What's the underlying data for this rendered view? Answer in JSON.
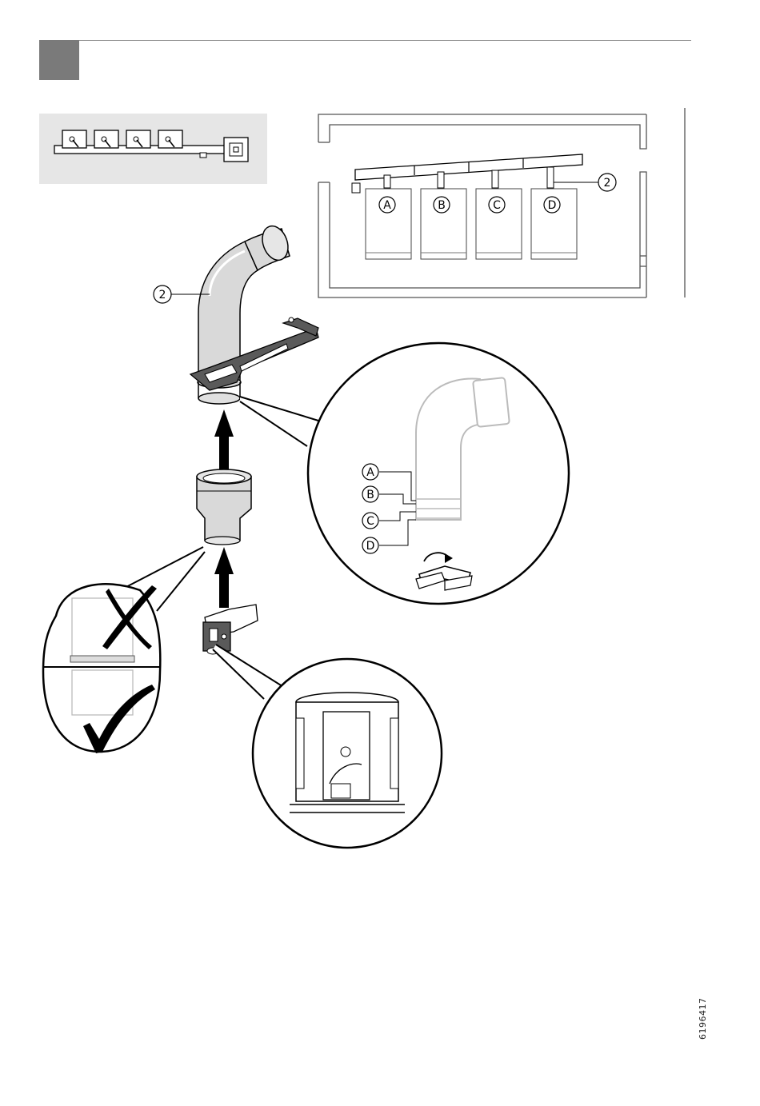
{
  "callouts": {
    "part_number": "2",
    "labels": [
      "A",
      "B",
      "C",
      "D"
    ]
  },
  "doc_number": "6196417",
  "colors": {
    "header_block": "#7a7a7a",
    "panel_background": "#e6e6e6",
    "pipe_fill": "#d9d9d9",
    "outline": "#000000",
    "tool_fill": "#5a5a5a"
  },
  "icons": [
    "check-mark-icon",
    "cross-mark-icon",
    "manual-book-icon",
    "up-arrow-icon"
  ]
}
